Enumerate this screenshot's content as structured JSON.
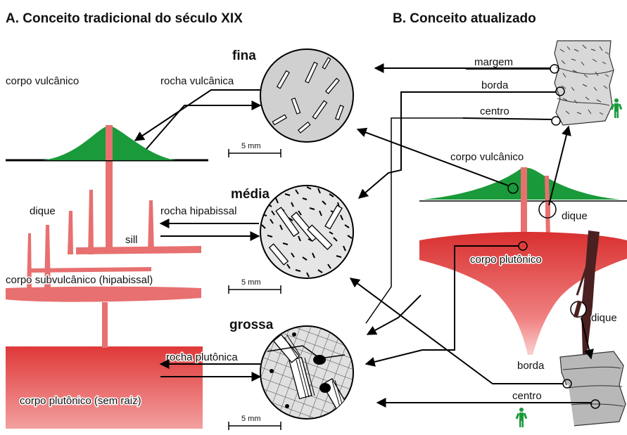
{
  "titles": {
    "a": "A. Conceito tradicional do século XIX",
    "b": "B. Conceito atualizado"
  },
  "textures": {
    "fine": "fina",
    "medium": "média",
    "coarse": "grossa",
    "scale": "5 mm"
  },
  "panel_a": {
    "volcanic_body": "corpo vulcânico",
    "volcanic_rock": "rocha vulcânica",
    "dike": "dique",
    "sill": "sill",
    "hypabyssal_rock": "rocha hipabissal",
    "subvolcanic_body": "corpo subvulcânico (hipabissal)",
    "plutonic_rock": "rocha plutônica",
    "plutonic_body": "corpo plutônico (sem raiz)"
  },
  "panel_b": {
    "margin": "margem",
    "border_top": "borda",
    "center_top": "centro",
    "volcanic_body": "corpo vulcânico",
    "dike_1": "dique",
    "plutonic_body": "corpo plutônico",
    "dike_2": "dique",
    "border_bottom": "borda",
    "center_bottom": "centro"
  },
  "colors": {
    "volcano_green": "#1a9a3a",
    "intrusion_pink": "#e87070",
    "pluton_red": "#d52a2a",
    "sample_gray": "#d0d0d0",
    "person_green": "#1a9a3a"
  },
  "icons": [
    "person-icon-top",
    "person-icon-bottom"
  ]
}
